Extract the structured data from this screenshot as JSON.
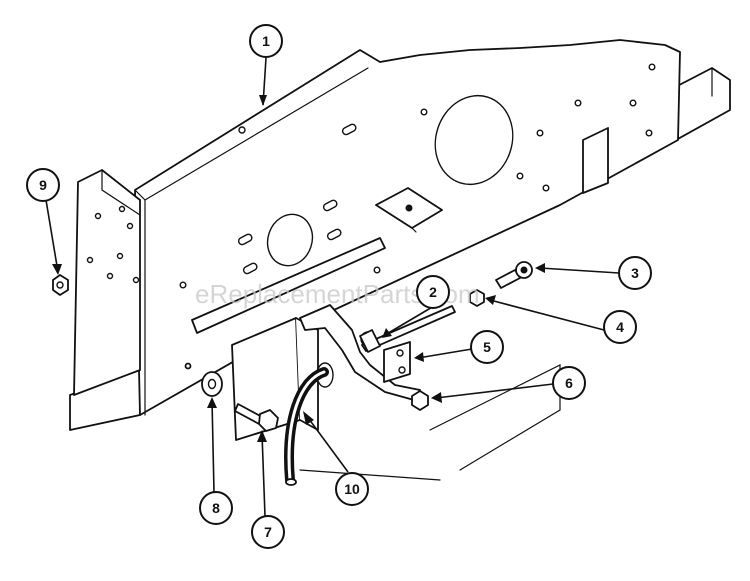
{
  "watermark": "eReplacementParts.com",
  "callouts": [
    {
      "id": "1",
      "label": "1"
    },
    {
      "id": "2",
      "label": "2"
    },
    {
      "id": "3",
      "label": "3"
    },
    {
      "id": "4",
      "label": "4"
    },
    {
      "id": "5",
      "label": "5"
    },
    {
      "id": "6",
      "label": "6"
    },
    {
      "id": "7",
      "label": "7"
    },
    {
      "id": "8",
      "label": "8"
    },
    {
      "id": "9",
      "label": "9"
    },
    {
      "id": "10",
      "label": "10"
    }
  ]
}
